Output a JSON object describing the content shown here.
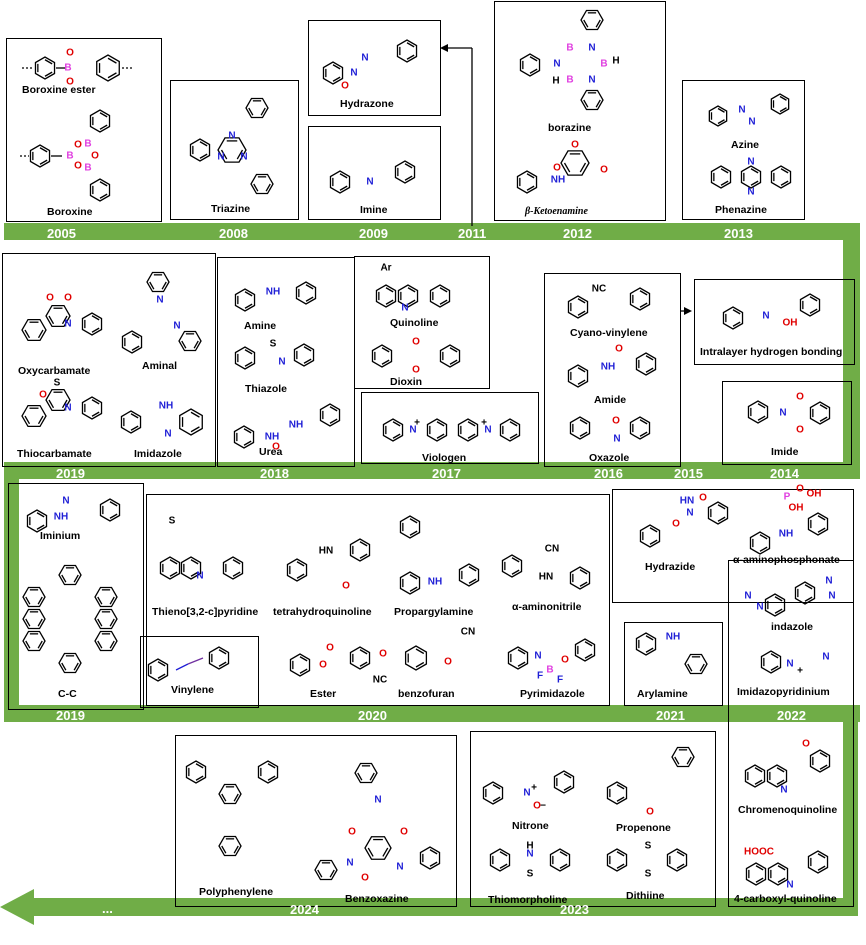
{
  "title": "",
  "colors": {
    "timeline": "#70ad47",
    "boron": "#e040e0",
    "nitrogen": "#1f1fd6",
    "oxygen": "#e00000",
    "sulfur": "#000000",
    "bond": "#000000"
  },
  "years": {
    "y2005": "2005",
    "y2008": "2008",
    "y2009": "2009",
    "y2011": "2011",
    "y2012": "2012",
    "y2013": "2013",
    "y2019a": "2019",
    "y2018": "2018",
    "y2017": "2017",
    "y2016": "2016",
    "y2015": "2015",
    "y2014": "2014",
    "y2019b": "2019",
    "y2020": "2020",
    "y2021": "2021",
    "y2022": "2022",
    "y2024": "2024",
    "y2023": "2023",
    "ellipsis": "..."
  },
  "linkages": {
    "boroxine_ester": "Boroxine ester",
    "boroxine": "Boroxine",
    "triazine": "Triazine",
    "hydrazone": "Hydrazone",
    "imine": "Imine",
    "borazine": "borazine",
    "ketoenamine": "β-Ketoenamine",
    "azine": "Azine",
    "phenazine": "Phenazine",
    "oxycarbamate": "Oxycarbamate",
    "aminal": "Aminal",
    "thiocarbamate": "Thiocarbamate",
    "imidazole": "Imidazole",
    "amine": "Amine",
    "thiazole": "Thiazole",
    "urea": "Urea",
    "quinoline": "Quinoline",
    "dioxin": "Dioxin",
    "viologen": "Viologen",
    "cyano_vinylene": "Cyano-vinylene",
    "amide": "Amide",
    "oxazole": "Oxazole",
    "intralayer": "Intralayer hydrogen bonding",
    "imide": "Imide",
    "iminium": "Iminium",
    "cc": "C-C",
    "vinylene": "Vinylene",
    "thienopyridine": "Thieno[3,2-c]pyridine",
    "tetrahydroquinoline": "tetrahydroquinoline",
    "propargylamine": "Propargylamine",
    "aminonitrile": "α-aminonitrile",
    "ester": "Ester",
    "benzofuran": "benzofuran",
    "pyrimidazole": "Pyrimidazole",
    "hydrazide": "Hydrazide",
    "aminophosphonate": "α-aminophosphonate",
    "indazole": "indazole",
    "imidazopyridinium": "Imidazopyridinium",
    "arylamine": "Arylamine",
    "chromenoquinoline": "Chromenoquinoline",
    "carboxyl_quinoline": "4-carboxyl-quinoline",
    "nitrone": "Nitrone",
    "propenone": "Propenone",
    "thiomorpholine": "Thiomorpholine",
    "dithiine": "Dithiine",
    "polyphenylene": "Polyphenylene",
    "benzoxazine": "Benzoxazine"
  },
  "atoms": {
    "B": "B",
    "O": "O",
    "N": "N",
    "H": "H",
    "S": "S",
    "NH": "NH",
    "HN": "HN",
    "OH": "OH",
    "P": "P",
    "F": "F",
    "CN": "CN",
    "NC": "NC",
    "Ar": "Ar",
    "COOH": "HOOC",
    "plus": "+",
    "minus": "−"
  }
}
